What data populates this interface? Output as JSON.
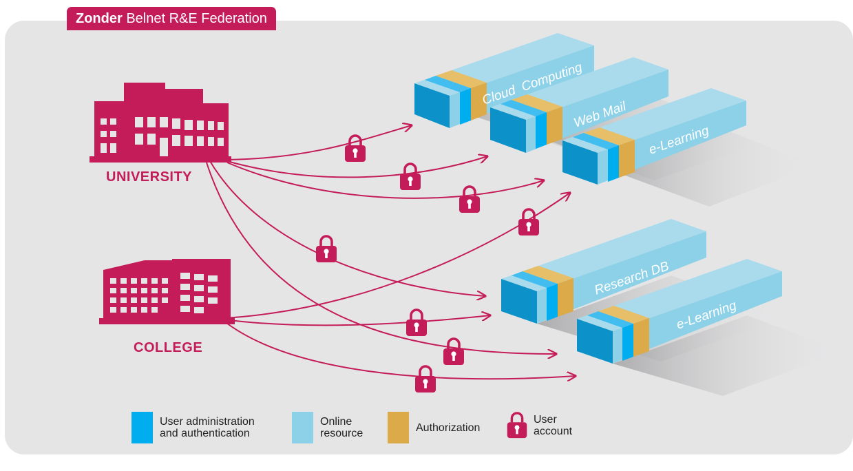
{
  "title": {
    "bold": "Zonder",
    "rest": " Belnet R&E Federation"
  },
  "institutions": [
    {
      "id": "university",
      "label": "UNIVERSITY"
    },
    {
      "id": "college",
      "label": "COLLEGE"
    }
  ],
  "resources": [
    {
      "id": "cloud",
      "label": "Cloud  Computing"
    },
    {
      "id": "webmail",
      "label": "Web Mail"
    },
    {
      "id": "elearning1",
      "label": "e-Learning"
    },
    {
      "id": "research",
      "label": "Research DB"
    },
    {
      "id": "elearning2",
      "label": "e-Learning"
    }
  ],
  "legend": [
    {
      "label": "User administration\nand authentication",
      "color": "#00aeef"
    },
    {
      "label": "Online\nresource",
      "color": "#8dd1e8"
    },
    {
      "label": "Authorization",
      "color": "#dcaa48"
    },
    {
      "label": "User\naccount",
      "icon": "lock-icon",
      "color": "#c41c58"
    }
  ],
  "colors": {
    "accent": "#c41c58",
    "auth": "#00aeef",
    "resource": "#8dd1e8",
    "authorization": "#dcaa48",
    "panel": "#e5e5e6"
  }
}
